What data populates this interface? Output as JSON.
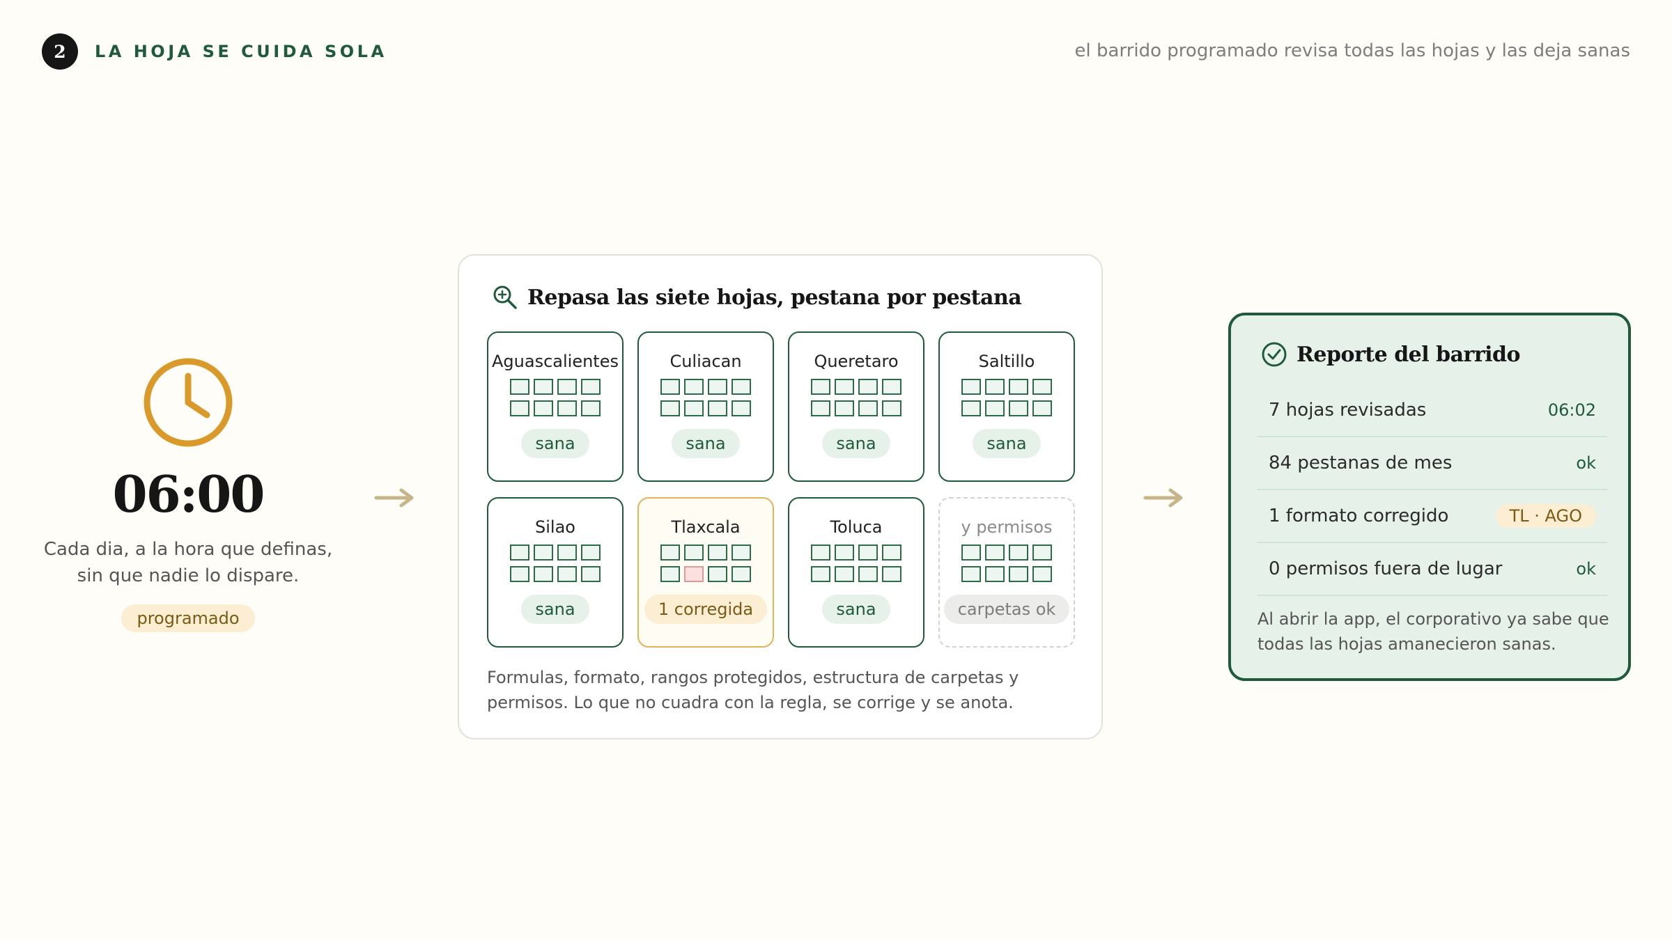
{
  "header": {
    "step_number": "2",
    "title": "LA HOJA SE CUIDA SOLA",
    "subtitle": "el barrido programado revisa todas las hojas y las deja sanas"
  },
  "schedule": {
    "icon": "clock-icon",
    "time": "06:00",
    "line1": "Cada dia, a la hora que definas,",
    "line2": "sin que nadie lo dispare.",
    "badge": "programado"
  },
  "sweep": {
    "icon": "magnifier-icon",
    "title": "Repasa las siete hojas, pestana por pestana",
    "cards": [
      {
        "name": "Aguascalientes",
        "status": "sana",
        "state": "ok",
        "error_cell": null
      },
      {
        "name": "Culiacan",
        "status": "sana",
        "state": "ok",
        "error_cell": null
      },
      {
        "name": "Queretaro",
        "status": "sana",
        "state": "ok",
        "error_cell": null
      },
      {
        "name": "Saltillo",
        "status": "sana",
        "state": "ok",
        "error_cell": null
      },
      {
        "name": "Silao",
        "status": "sana",
        "state": "ok",
        "error_cell": null
      },
      {
        "name": "Tlaxcala",
        "status": "1 corregida",
        "state": "warn",
        "error_cell": 5
      },
      {
        "name": "Toluca",
        "status": "sana",
        "state": "ok",
        "error_cell": null
      },
      {
        "name": "y permisos",
        "status": "carpetas ok",
        "state": "muted",
        "error_cell": null
      }
    ],
    "footer_line1": "Formulas, formato, rangos protegidos, estructura de carpetas y",
    "footer_line2": "permisos. Lo que no cuadra con la regla, se corrige y se anota."
  },
  "report": {
    "icon": "check-circle-icon",
    "title": "Reporte del barrido",
    "rows": [
      {
        "label": "7 hojas revisadas",
        "value": "06:02",
        "style": "plain"
      },
      {
        "label": "84 pestanas de mes",
        "value": "ok",
        "style": "plain"
      },
      {
        "label": "1 formato corregido",
        "value": "TL · AGO",
        "style": "tag"
      },
      {
        "label": "0 permisos fuera de lugar",
        "value": "ok",
        "style": "plain"
      }
    ],
    "footer_line1": "Al abrir la app, el corporativo ya sabe que",
    "footer_line2": "todas las hojas amanecieron sanas."
  },
  "colors": {
    "accent_green": "#1f5a3a",
    "accent_gold": "#d99a2b",
    "arrow": "#c9b48a"
  }
}
